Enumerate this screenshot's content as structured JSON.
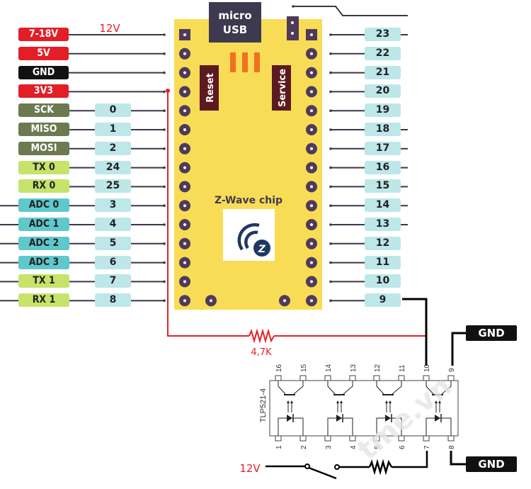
{
  "title_area": {
    "supply_label": "12V"
  },
  "colors": {
    "power_red": "#e31e26",
    "gnd_black": "#111111",
    "spi_olive": "#6b7a4f",
    "uart_lime": "#c7e36a",
    "adc_teal": "#5fc8cc",
    "pin_number_bg": "#bde7e8",
    "board_yellow": "#f9dc56",
    "pad_purple": "#4f3a5a",
    "button_maroon": "#5a1a1f",
    "led_orange": "#f2701e",
    "usb_dark": "#3d3a4f",
    "wire_red": "#e8202a"
  },
  "left_pins": [
    {
      "label": "7-18V",
      "group": "power",
      "number": null
    },
    {
      "label": "5V",
      "group": "power",
      "number": null
    },
    {
      "label": "GND",
      "group": "gnd",
      "number": null
    },
    {
      "label": "3V3",
      "group": "power",
      "number": null
    },
    {
      "label": "SCK",
      "group": "spi",
      "number": "0"
    },
    {
      "label": "MISO",
      "group": "spi",
      "number": "1"
    },
    {
      "label": "MOSI",
      "group": "spi",
      "number": "2"
    },
    {
      "label": "TX 0",
      "group": "uart",
      "number": "24"
    },
    {
      "label": "RX 0",
      "group": "uart",
      "number": "25"
    },
    {
      "label": "ADC 0",
      "group": "adc",
      "number": "3"
    },
    {
      "label": "ADC 1",
      "group": "adc",
      "number": "4"
    },
    {
      "label": "ADC 2",
      "group": "adc",
      "number": "5"
    },
    {
      "label": "ADC 3",
      "group": "adc",
      "number": "6"
    },
    {
      "label": "TX 1",
      "group": "uart",
      "number": "7"
    },
    {
      "label": "RX 1",
      "group": "uart",
      "number": "8"
    }
  ],
  "right_pins": [
    "23",
    "22",
    "21",
    "20",
    "19",
    "18",
    "17",
    "16",
    "15",
    "14",
    "13",
    "12",
    "11",
    "10",
    "9"
  ],
  "board": {
    "usb_line1": "micro",
    "usb_line2": "USB",
    "reset_label": "Reset",
    "service_label": "Service",
    "chip_label": "Z-Wave chip",
    "logo_letter": "Z"
  },
  "circuit": {
    "pullup_resistor": "4,7K",
    "optocoupler_part": "TLP521-4",
    "opto_top_pins": [
      "16",
      "15",
      "14",
      "13",
      "12",
      "11",
      "10",
      "9"
    ],
    "opto_bottom_pins": [
      "1",
      "2",
      "3",
      "4",
      "5",
      "6",
      "7",
      "8"
    ],
    "gnd_top": "GND",
    "gnd_bottom": "GND",
    "input_supply": "12V",
    "watermark": "tme.vn"
  }
}
